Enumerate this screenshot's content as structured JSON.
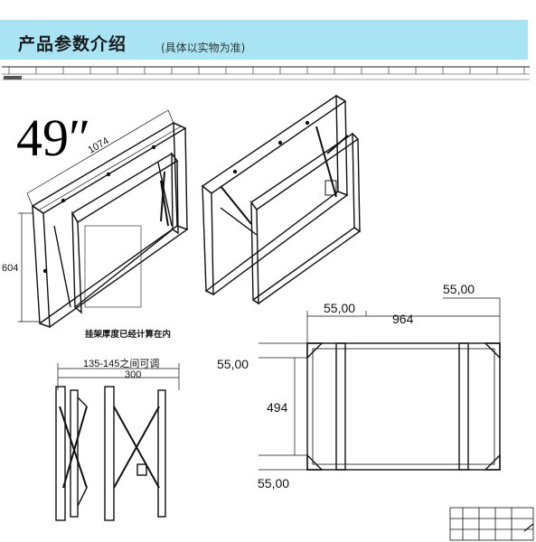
{
  "header": {
    "title": "产品参数介绍",
    "subtitle": "(具体以实物为准)"
  },
  "drawing": {
    "size_label": "49″",
    "iso_width": "1074",
    "iso_height": "604",
    "note": "挂架厚度已经计算在内",
    "depth_range": "135-145之间可调",
    "depth_width": "300",
    "front": {
      "left_offset": "55,00",
      "top_right_offset": "55,00",
      "width": "964",
      "top_offset": "55,00",
      "height": "494",
      "bottom_offset": "55,00"
    }
  }
}
